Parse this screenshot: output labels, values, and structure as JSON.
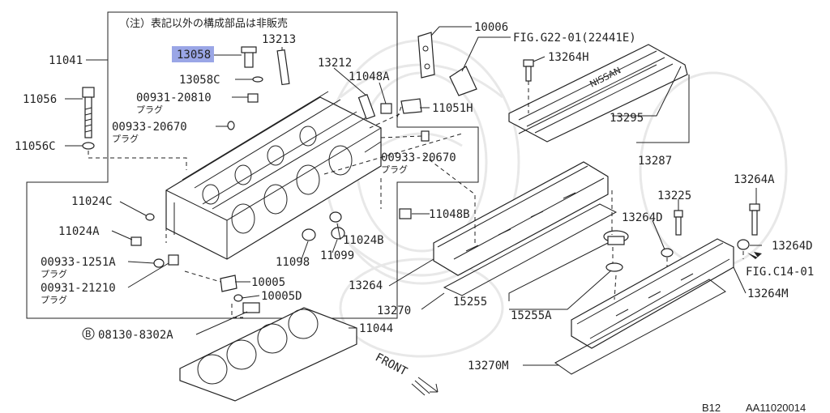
{
  "note": "（注）表記以外の構成部品は非販売",
  "plug_label": "プラグ",
  "front_label": "FRONT",
  "footer": {
    "page": "B12",
    "diagram_id": "AA11020014"
  },
  "highlight_color": "#9aa6e6",
  "parts": [
    {
      "id": "p13058",
      "label": "13058",
      "highlighted": true
    },
    {
      "id": "p13213",
      "label": "13213"
    },
    {
      "id": "p13058c",
      "label": "13058C"
    },
    {
      "id": "p13212",
      "label": "13212"
    },
    {
      "id": "p11048a",
      "label": "11048A"
    },
    {
      "id": "p11041",
      "label": "11041"
    },
    {
      "id": "p11056",
      "label": "11056"
    },
    {
      "id": "p11056c",
      "label": "11056C"
    },
    {
      "id": "p00931_20810",
      "label": "00931-20810",
      "sub": "プラグ"
    },
    {
      "id": "p00933_20670a",
      "label": "00933-20670",
      "sub": "プラグ"
    },
    {
      "id": "p00933_20670b",
      "label": "00933-20670",
      "sub": "プラグ"
    },
    {
      "id": "p11051h",
      "label": "11051H"
    },
    {
      "id": "p10006",
      "label": "10006"
    },
    {
      "id": "figg22",
      "label": "FIG.G22-01(22441E)"
    },
    {
      "id": "p13264h",
      "label": "13264H"
    },
    {
      "id": "p13295",
      "label": "13295"
    },
    {
      "id": "p13287",
      "label": "13287"
    },
    {
      "id": "p11024c",
      "label": "11024C"
    },
    {
      "id": "p11024a",
      "label": "11024A"
    },
    {
      "id": "p11024b",
      "label": "11024B"
    },
    {
      "id": "p11048b",
      "label": "11048B"
    },
    {
      "id": "p11098",
      "label": "11098"
    },
    {
      "id": "p11099",
      "label": "11099"
    },
    {
      "id": "p00933_1251a",
      "label": "00933-1251A",
      "sub": "プラグ"
    },
    {
      "id": "p00931_21210",
      "label": "00931-21210",
      "sub": "プラグ"
    },
    {
      "id": "p10005",
      "label": "10005"
    },
    {
      "id": "p10005d",
      "label": "10005D"
    },
    {
      "id": "p08130",
      "label": "08130-8302A",
      "prefix": "B"
    },
    {
      "id": "p11044",
      "label": "11044"
    },
    {
      "id": "p13264",
      "label": "13264"
    },
    {
      "id": "p13270",
      "label": "13270"
    },
    {
      "id": "p15255",
      "label": "15255"
    },
    {
      "id": "p15255a",
      "label": "15255A"
    },
    {
      "id": "p13225",
      "label": "13225"
    },
    {
      "id": "p13264d1",
      "label": "13264D"
    },
    {
      "id": "p13264a",
      "label": "13264A"
    },
    {
      "id": "p13264d2",
      "label": "13264D"
    },
    {
      "id": "figc14",
      "label": "FIG.C14-01"
    },
    {
      "id": "p13264m",
      "label": "13264M"
    },
    {
      "id": "p13270m",
      "label": "13270M"
    }
  ]
}
